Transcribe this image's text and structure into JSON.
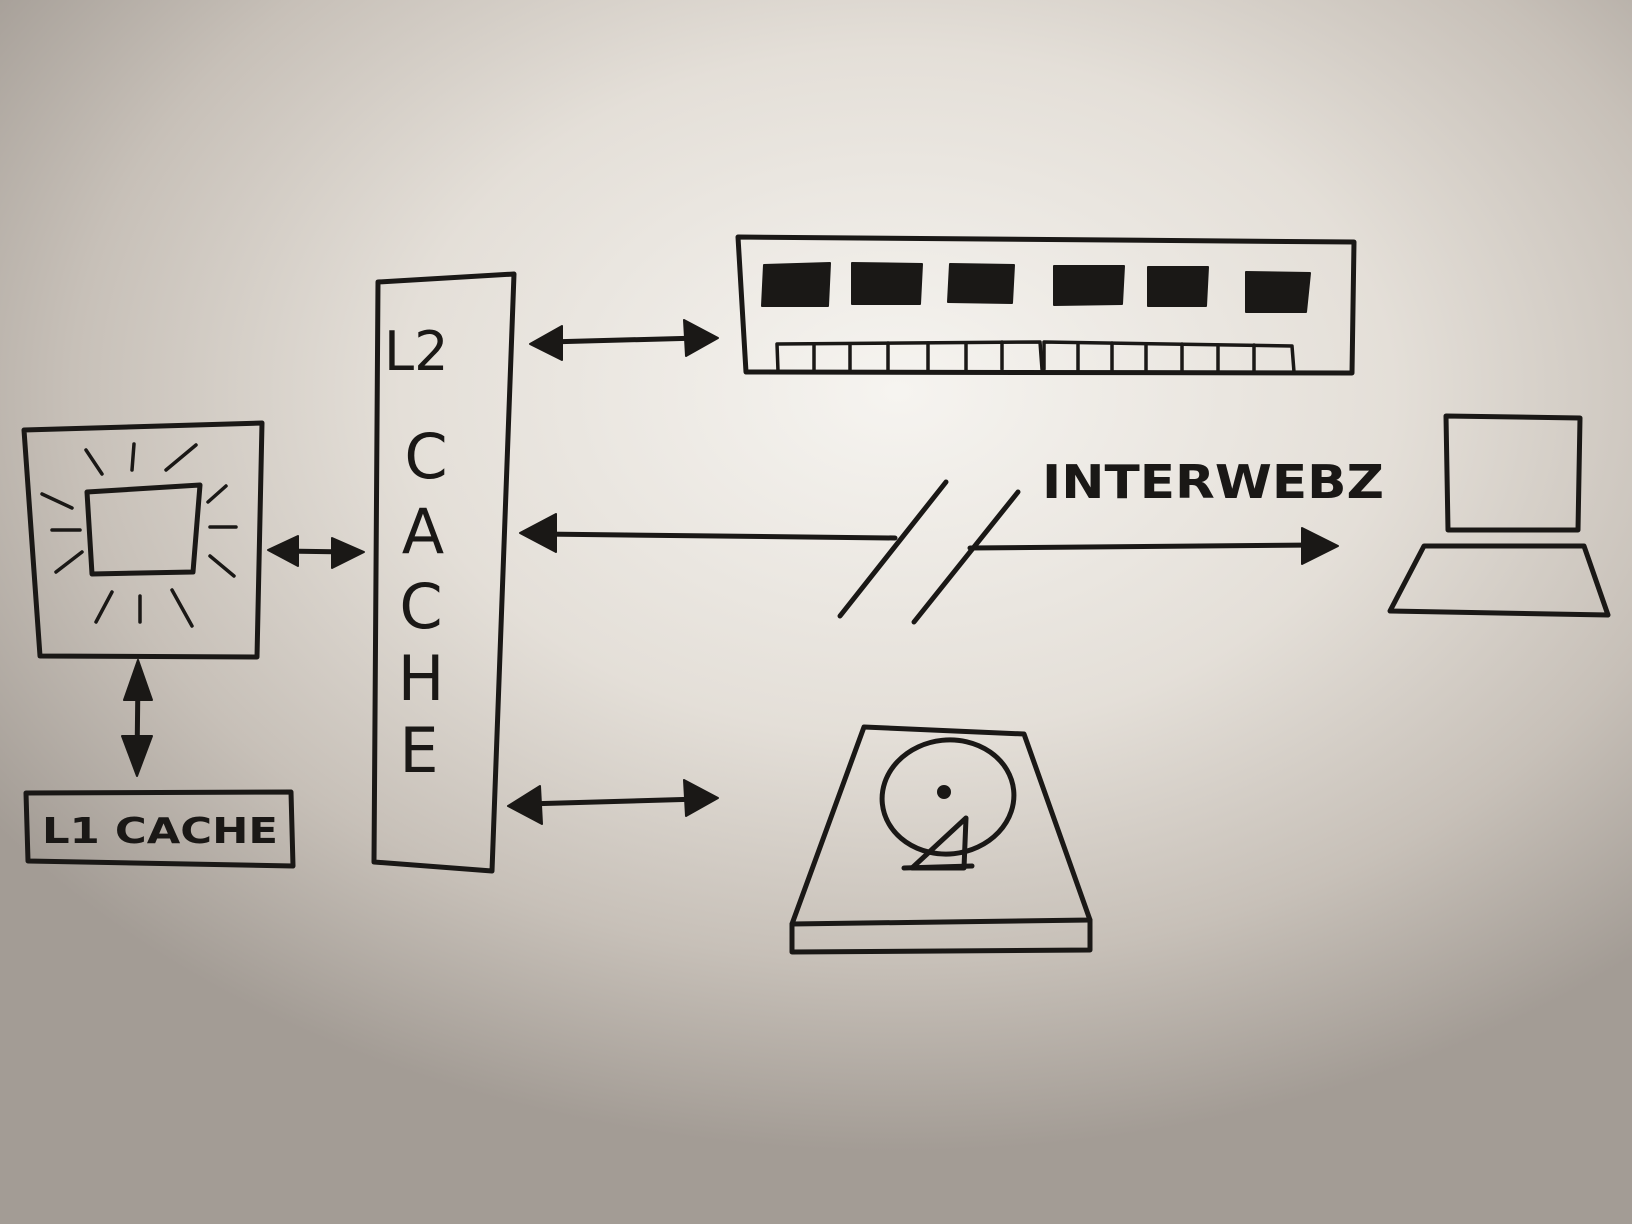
{
  "diagram": {
    "l1_label": "L1 CACHE",
    "l2_label_top": "L2",
    "l2_label_letters": [
      "C",
      "A",
      "C",
      "H",
      "E"
    ],
    "internet_label": "INTERWEBZ"
  },
  "colors": {
    "ink": "#1a1816",
    "board": "#ece8e2"
  },
  "icons": [
    "cpu-icon",
    "ram-module-icon",
    "laptop-icon",
    "hard-disk-icon"
  ]
}
